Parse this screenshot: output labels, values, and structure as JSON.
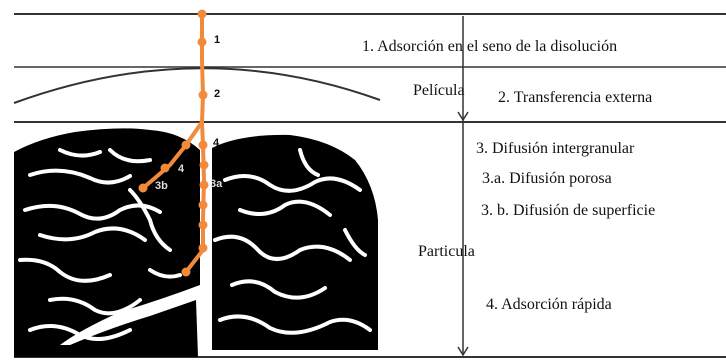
{
  "steps": [
    {
      "id": "1",
      "text": "1. Adsorción en el seno de la disolución"
    },
    {
      "id": "2",
      "text": "2. Transferencia externa"
    },
    {
      "id": "3",
      "text": "3. Difusión intergranular"
    },
    {
      "id": "3a",
      "text": "3.a. Difusión porosa"
    },
    {
      "id": "3b",
      "text": "3. b. Difusión de superficie"
    },
    {
      "id": "4",
      "text": "4. Adsorción rápida"
    }
  ],
  "regions": {
    "film": "Película",
    "particle": "Particula"
  },
  "path_markers": {
    "m1": "1",
    "m2": "2",
    "m3a": "3a",
    "m3b": "3b",
    "m4_right": "4",
    "m4_left": "4"
  },
  "colors": {
    "path": "#f28a3c",
    "particle": "#000000",
    "lines": "#333333"
  }
}
